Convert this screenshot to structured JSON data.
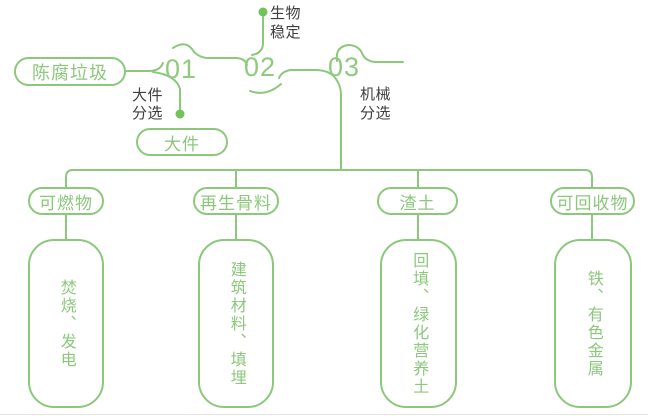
{
  "colors": {
    "line_green": "#8cc87c",
    "number_green": "#8fca7f",
    "dot_green": "#70c457",
    "label_dark": "#3e3e3e",
    "baseline_gray": "#e4e4e4"
  },
  "flow": {
    "root_label": "陈腐垃圾",
    "steps": [
      {
        "number": "01",
        "label_lines": [
          "大件",
          "分选"
        ],
        "output_label": "大件"
      },
      {
        "number": "02",
        "label_lines": [
          "生物",
          "稳定"
        ]
      },
      {
        "number": "03",
        "label_lines": [
          "机械",
          "分选"
        ]
      }
    ],
    "branches": [
      {
        "category": "可燃物",
        "result": "焚烧、发电"
      },
      {
        "category": "再生骨料",
        "result": "建筑材料、填埋"
      },
      {
        "category": "渣土",
        "result": "回填、绿化营养土"
      },
      {
        "category": "可回收物",
        "result": "铁、有色金属"
      }
    ]
  }
}
